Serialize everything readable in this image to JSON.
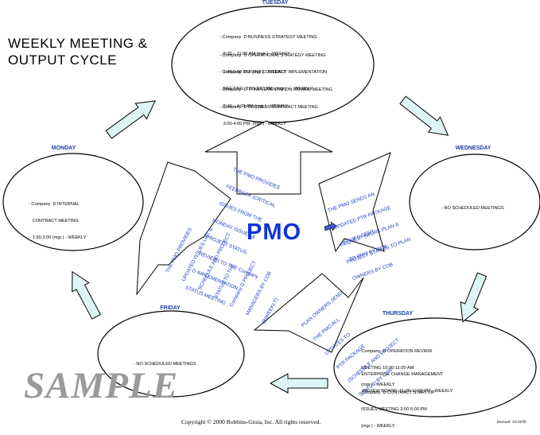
{
  "title_lines": [
    "WEEKLY MEETING &",
    "OUTPUT CYCLE"
  ],
  "center_label": "PMO",
  "days": {
    "tuesday": {
      "label": "TUESDAY",
      "meetings": [
        [
          "- Company  D BUSINESS STRATEGY MEETING",
          "   9:30 – 11:00 AM (mgr.) - WEEKLY"
        ],
        [
          "- Company  D OPERATIONAL STRATEGY MEETING",
          "   1:00-2:00 PM  (mgr.) - WEEKLY"
        ],
        [
          "- Company  D JOINT CONTRACT IMPLEMENTATION",
          "   MEETING  2:00-3:00 PM  (mgr.) -    WEEKLY"
        ],
        [
          "- Company  D TI IMPLEMENTATION REVIEW MEETING",
          "   2:00 – 4:00 PM (mgr.) - WEEKLY"
        ],
        [
          "- Company  D BUSINESS CONTRACT MEETING",
          "   3:00-4:00 PM  (mgr.) - WEEKLY"
        ]
      ]
    },
    "monday": {
      "label": "MONDAY",
      "meetings": [
        [
          "- Company  D INTERNAL",
          "   CONTRACT MEETING",
          "   1:00-3:00 (mgr.) - WEEKLY"
        ]
      ]
    },
    "wednesday": {
      "label": "WEDNESDAY",
      "meetings": [
        [
          "- NO SCHEDULED MEETINGS"
        ]
      ]
    },
    "friday": {
      "label": "FRIDAY",
      "meetings": [
        [
          "- NO SCHEDULED MEETINGS"
        ]
      ]
    },
    "thursday": {
      "label": "THURSDAY",
      "meetings": [
        [
          "- Company  D OPERATION REVIEW",
          "  MEETING 10:00-11:00 AM",
          "  (mgr.) - WEEKLY"
        ],
        [
          "- ENTERPRISE CHANGE MANAGEMENT",
          "   REVIEW BOARD  11:00-12:00 PM - WEEKLY"
        ],
        [
          "- Company  D CONTRACT START-UP",
          "  ISSUES MEETING 3:00-5:00 PM",
          "  (mgr.) - WEEKLY"
        ]
      ]
    }
  },
  "arrow_notes": {
    "top": [
      "THE PMO PROVIDES",
      "FEEDBACK (CRITICAL",
      "ISSUES FROM THE",
      "MONDAY ISSUES &",
      "PROJECT STATUS",
      "REVIEW) TO THE Company",
      "D IMPLEMENTATION",
      "STATUS MEETING"
    ],
    "right_a": [
      "THE PMO SENDS AN",
      "UPDATED PTR PACKAGE",
      "REQUEST (WORK PLAN &",
      "PROJECT STATUS) TO PLAN",
      "OWNERS BY COB"
    ],
    "right_b": [
      "ISSUES SENT",
      "TO PMO BY COB"
    ],
    "bottom": [
      "PLAN OWNERS SEND",
      "THE PMO ALL",
      "UPDATES TO",
      "PTR PACKAGE",
      "(SCHEDULE AND PROJECT",
      "STATUS) BY COB"
    ],
    "left": [
      "THE PMO PROVIDES",
      "UPDATED ISSUES LIST &",
      "SCHEDULE AND PROJECT",
      "STATUS TO THE",
      "Company D PROJECT",
      "MANAGERS BY COB",
      "(BIWEEKLY)"
    ]
  },
  "watermark": "SAMPLE",
  "copyright": "Copyright © 2000 Robbins-Gioia, Inc.  All rights reserved.",
  "revised": "Revised: 10/10/99",
  "colors": {
    "arrow_fill": "#ddf4f4",
    "day_label": "#1f3f9f",
    "note_text": "#1f3fbf",
    "center_text": "#1133dd",
    "watermark": "#9a9a9a"
  }
}
